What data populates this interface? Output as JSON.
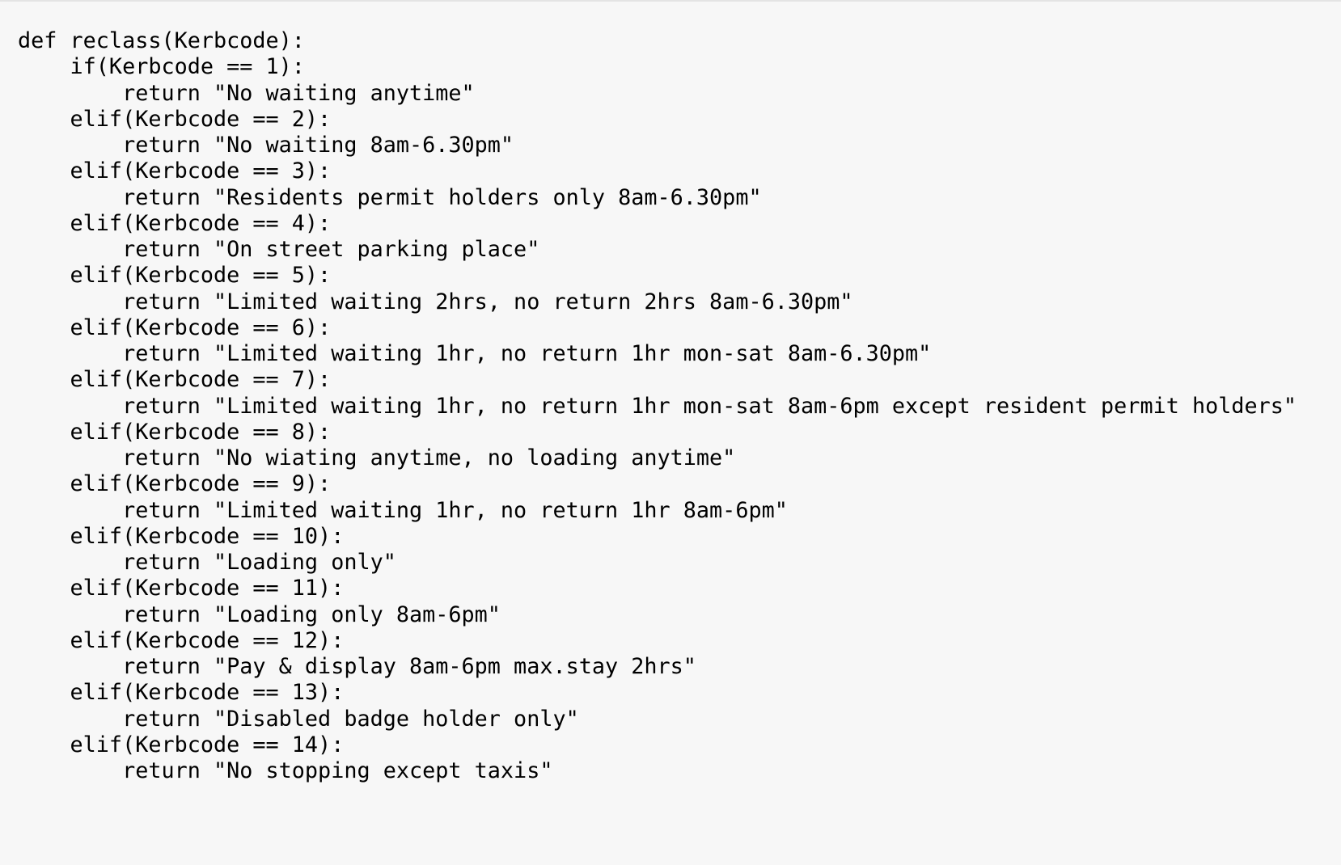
{
  "code": {
    "lines": [
      "def reclass(Kerbcode):",
      "    if(Kerbcode == 1):",
      "        return \"No waiting anytime\"",
      "    elif(Kerbcode == 2):",
      "        return \"No waiting 8am-6.30pm\"",
      "    elif(Kerbcode == 3):",
      "        return \"Residents permit holders only 8am-6.30pm\"",
      "    elif(Kerbcode == 4):",
      "        return \"On street parking place\"",
      "    elif(Kerbcode == 5):",
      "        return \"Limited waiting 2hrs, no return 2hrs 8am-6.30pm\"",
      "    elif(Kerbcode == 6):",
      "        return \"Limited waiting 1hr, no return 1hr mon-sat 8am-6.30pm\"",
      "    elif(Kerbcode == 7):",
      "        return \"Limited waiting 1hr, no return 1hr mon-sat 8am-6pm except resident permit holders\"",
      "    elif(Kerbcode == 8):",
      "        return \"No wiating anytime, no loading anytime\"",
      "    elif(Kerbcode == 9):",
      "        return \"Limited waiting 1hr, no return 1hr 8am-6pm\"",
      "    elif(Kerbcode == 10):",
      "        return \"Loading only\"",
      "    elif(Kerbcode == 11):",
      "        return \"Loading only 8am-6pm\"",
      "    elif(Kerbcode == 12):",
      "        return \"Pay & display 8am-6pm max.stay 2hrs\"",
      "    elif(Kerbcode == 13):",
      "        return \"Disabled badge holder only\"",
      "    elif(Kerbcode == 14):",
      "        return \"No stopping except taxis\""
    ]
  }
}
